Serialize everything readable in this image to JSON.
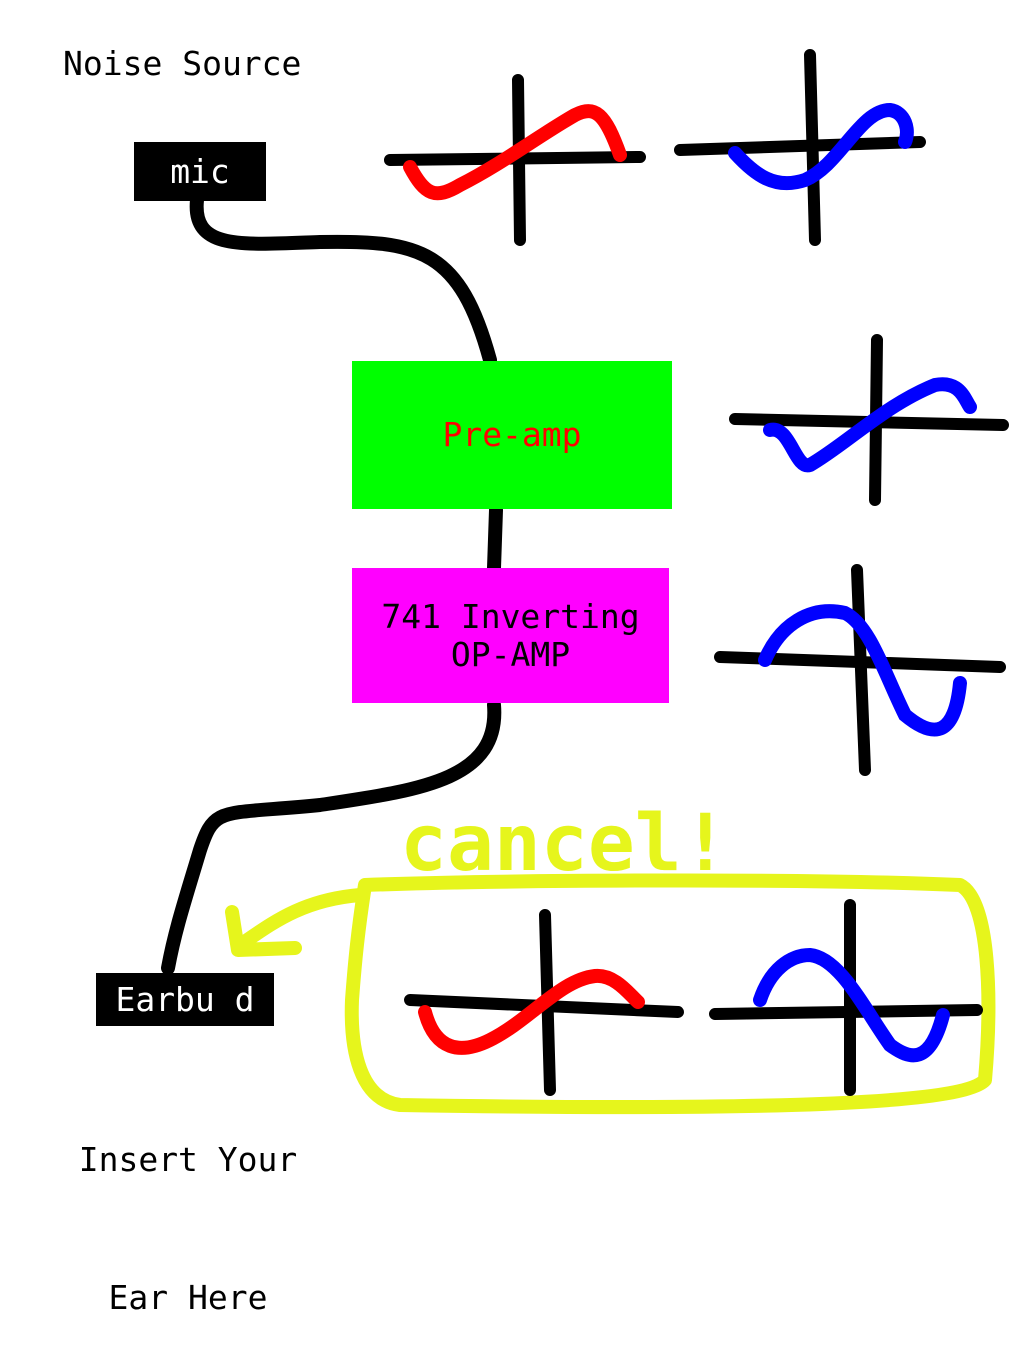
{
  "title": "Noise Source",
  "mic_label": "mic",
  "preamp_label": "Pre-amp",
  "opamp_line1": "741 Inverting",
  "opamp_line2": "OP-AMP",
  "earbud_label": "Earbu d",
  "insert_line1": "Insert Your",
  "insert_line2": "Ear Here",
  "cancel_annotation": "cancel!",
  "colors": {
    "preamp_box": "#00ff00",
    "preamp_text": "#ff0000",
    "opamp_box": "#ff00ff",
    "noise_wave": "#ff0000",
    "signal_wave": "#0000ff",
    "annotation": "#e6f51c",
    "wire": "#000000"
  }
}
